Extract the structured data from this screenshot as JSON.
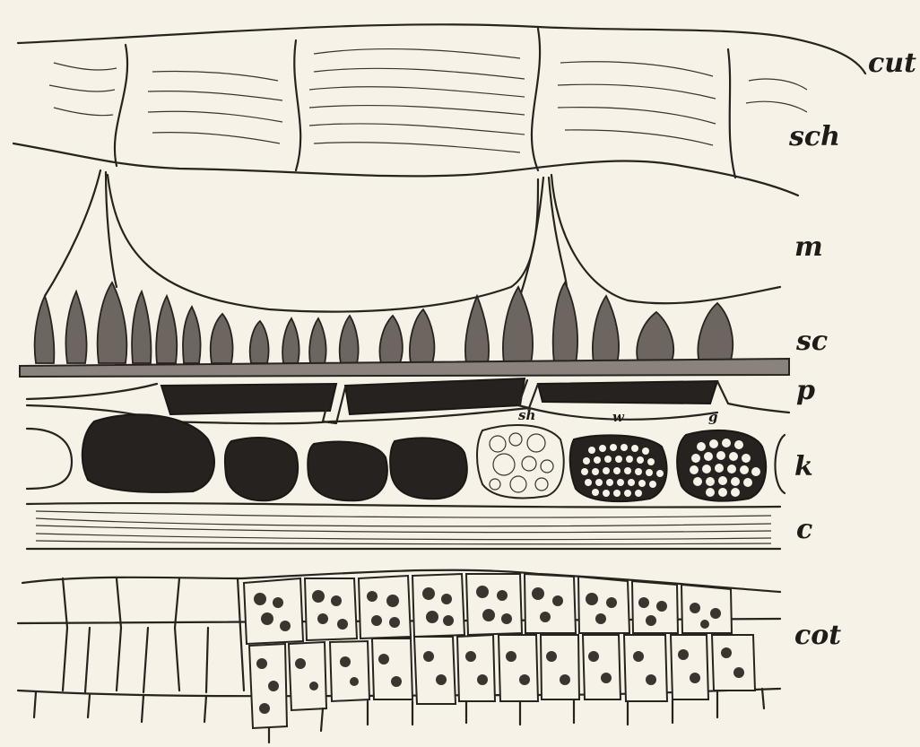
{
  "labels": {
    "cut": "cut",
    "sch": "sch",
    "m": "m",
    "sc": "sc",
    "p": "p",
    "k": "k",
    "c": "c",
    "cot": "cot",
    "sh": "sh",
    "w": "w",
    "g": "g"
  },
  "colors": {
    "background": "#f7f2e7",
    "ink": "#27231f"
  }
}
